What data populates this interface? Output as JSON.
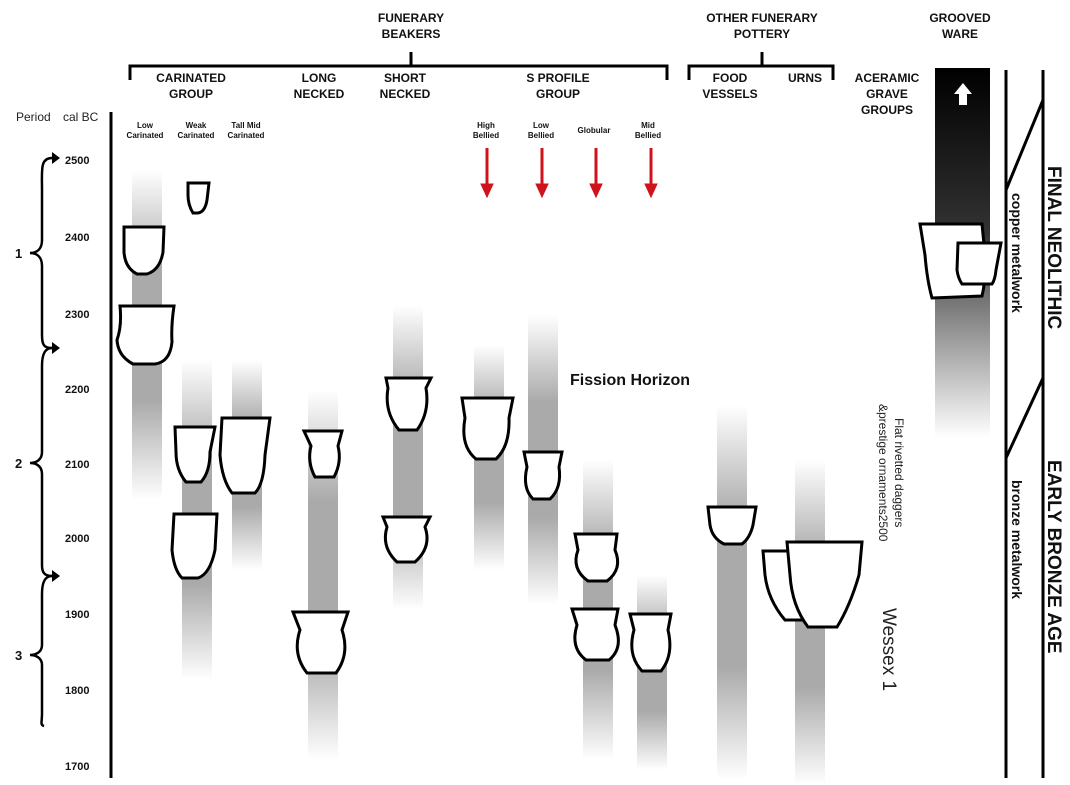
{
  "headers": {
    "funerary_beakers": [
      "FUNERARY",
      "BEAKERS"
    ],
    "other_funerary_pottery": [
      "OTHER FUNERARY",
      "POTTERY"
    ],
    "grooved_ware": [
      "GROOVED",
      "WARE"
    ],
    "carinated_group": [
      "CARINATED",
      "GROUP"
    ],
    "long_necked": [
      "LONG",
      "NECKED"
    ],
    "short_necked": [
      "SHORT",
      "NECKED"
    ],
    "s_profile_group": [
      "S PROFILE",
      "GROUP"
    ],
    "food_vessels": [
      "FOOD",
      "VESSELS"
    ],
    "urns": "URNS",
    "aceramic": [
      "ACERAMIC",
      "GRAVE",
      "GROUPS"
    ]
  },
  "sub_headers": {
    "low_carinated": [
      "Low",
      "Carinated"
    ],
    "weak_carinated": [
      "Weak",
      "Carinated"
    ],
    "tall_mid_carinated": [
      "Tall Mid",
      "Carinated"
    ],
    "high_bellied": [
      "High",
      "Bellied"
    ],
    "low_bellied": [
      "Low",
      "Bellied"
    ],
    "globular": "Globular",
    "mid_bellied": [
      "Mid",
      "Bellied"
    ]
  },
  "axis": {
    "period_label": "Period",
    "cal_label": "cal BC",
    "ticks": [
      "2500",
      "2400",
      "2300",
      "2200",
      "2100",
      "2000",
      "1900",
      "1800",
      "1700"
    ],
    "periods": [
      "1",
      "2",
      "3"
    ]
  },
  "annotations": {
    "fission_horizon": "Fission Horizon",
    "flat_daggers": [
      "Flat rivetted daggers",
      "&prestige ornaments2500"
    ],
    "wessex": "Wessex 1"
  },
  "side_bands": {
    "final_neolithic": "FINAL NEOLITHIC",
    "early_bronze_age": "EARLY BRONZE AGE",
    "copper_metalwork": "copper metalwork",
    "bronze_metalwork": "bronze metalwork"
  },
  "colors": {
    "arrow_red": "#d0131a",
    "ink": "#000000"
  }
}
